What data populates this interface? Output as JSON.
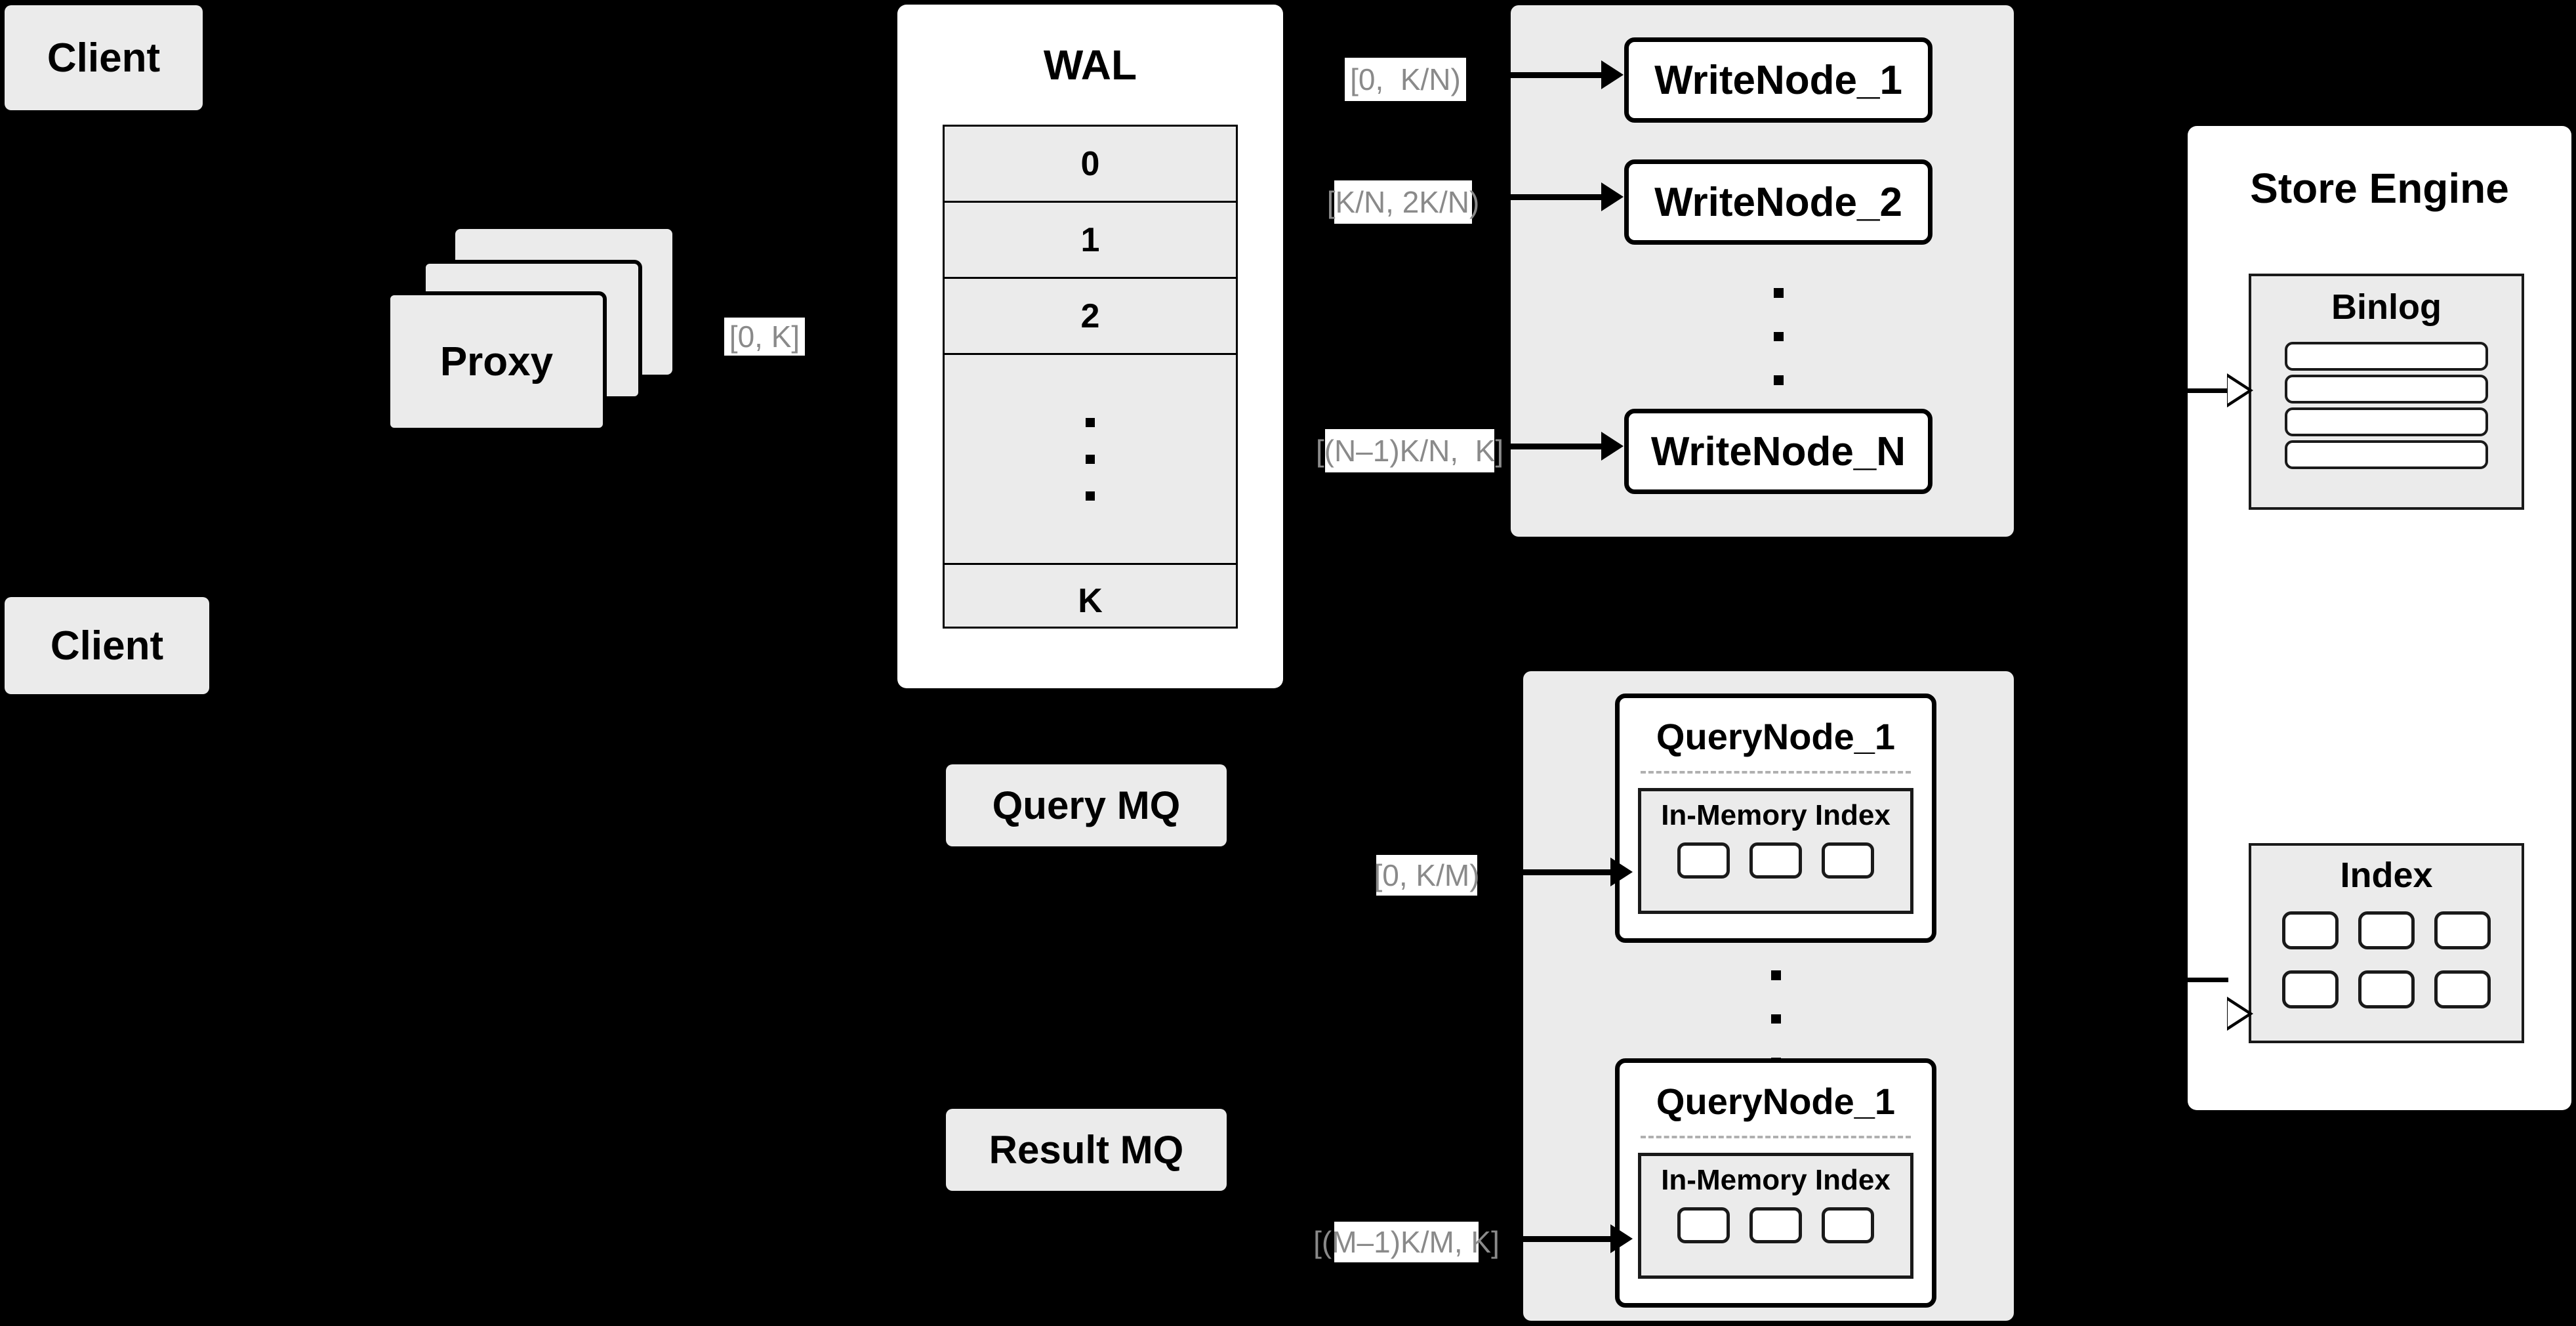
{
  "diagram": {
    "title": "Distributed Vector Database Architecture",
    "background_color": "#000000",
    "node_fill": "#ebebeb",
    "panel_fill": "#ffffff",
    "stroke_color": "#000000",
    "label_text_color": "#8a8a8a",
    "dashed_separator_color": "#b0b0b0"
  },
  "clients": [
    {
      "label": "Client"
    },
    {
      "label": "Client"
    }
  ],
  "proxy": {
    "label": "Proxy",
    "stack_count": 3
  },
  "wal": {
    "title": "WAL",
    "cells": [
      "0",
      "1",
      "2",
      "",
      "K"
    ],
    "ellipsis_dots": 3
  },
  "range_labels": {
    "proxy_to_wal": "[0, K]",
    "write_node_1": "[0,  K/N)",
    "write_node_2": "[K/N, 2K/N)",
    "write_node_n": "[(N–1)K/N,  K]",
    "query_node_first": "[0, K/M)",
    "query_node_last": "[(M–1)K/M, K]"
  },
  "write_cluster": {
    "nodes": [
      {
        "label": "WriteNode_1"
      },
      {
        "label": "WriteNode_2"
      },
      {
        "label": "WriteNode_N"
      }
    ],
    "ellipsis_dots": 3
  },
  "message_queues": [
    {
      "label": "Query MQ"
    },
    {
      "label": "Result MQ"
    }
  ],
  "query_cluster": {
    "nodes": [
      {
        "label": "QueryNode_1",
        "in_memory_index": {
          "title": "In-Memory Index",
          "segment_count": 3
        }
      },
      {
        "label": "QueryNode_1",
        "in_memory_index": {
          "title": "In-Memory Index",
          "segment_count": 3
        }
      }
    ],
    "ellipsis_dots": 3
  },
  "store_engine": {
    "title": "Store Engine",
    "binlog": {
      "title": "Binlog",
      "slab_count": 4
    },
    "index": {
      "title": "Index",
      "chip_rows": 2,
      "chip_cols": 3
    }
  }
}
